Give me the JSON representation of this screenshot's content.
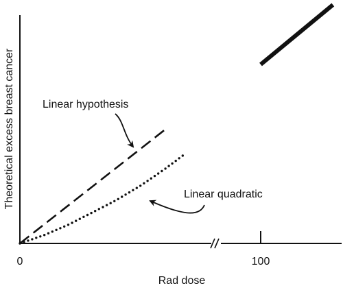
{
  "chart_data": {
    "type": "line",
    "title": "",
    "xlabel": "Rad dose",
    "ylabel": "Theoretical excess breast cancer",
    "x_ticks": [
      {
        "value": 0,
        "label": "0"
      },
      {
        "value": 100,
        "label": "100"
      }
    ],
    "axis_break": "//",
    "grid": false,
    "legend": "none",
    "series": [
      {
        "style": "dashed",
        "x": [
          0,
          61
        ],
        "y": [
          0,
          0.56
        ]
      },
      {
        "style": "dotted",
        "x": [
          0,
          10,
          20,
          30,
          40,
          50,
          60,
          68
        ],
        "y": [
          0,
          0.04,
          0.09,
          0.15,
          0.21,
          0.28,
          0.36,
          0.43
        ]
      },
      {
        "style": "solid-thick",
        "x": [
          100,
          130
        ],
        "y": [
          0.87,
          1.16
        ]
      }
    ],
    "annotations": [
      {
        "text": "Linear hypothesis",
        "points_to_series": 0
      },
      {
        "text": "Linear quadratic",
        "points_to_series": 1
      }
    ]
  }
}
